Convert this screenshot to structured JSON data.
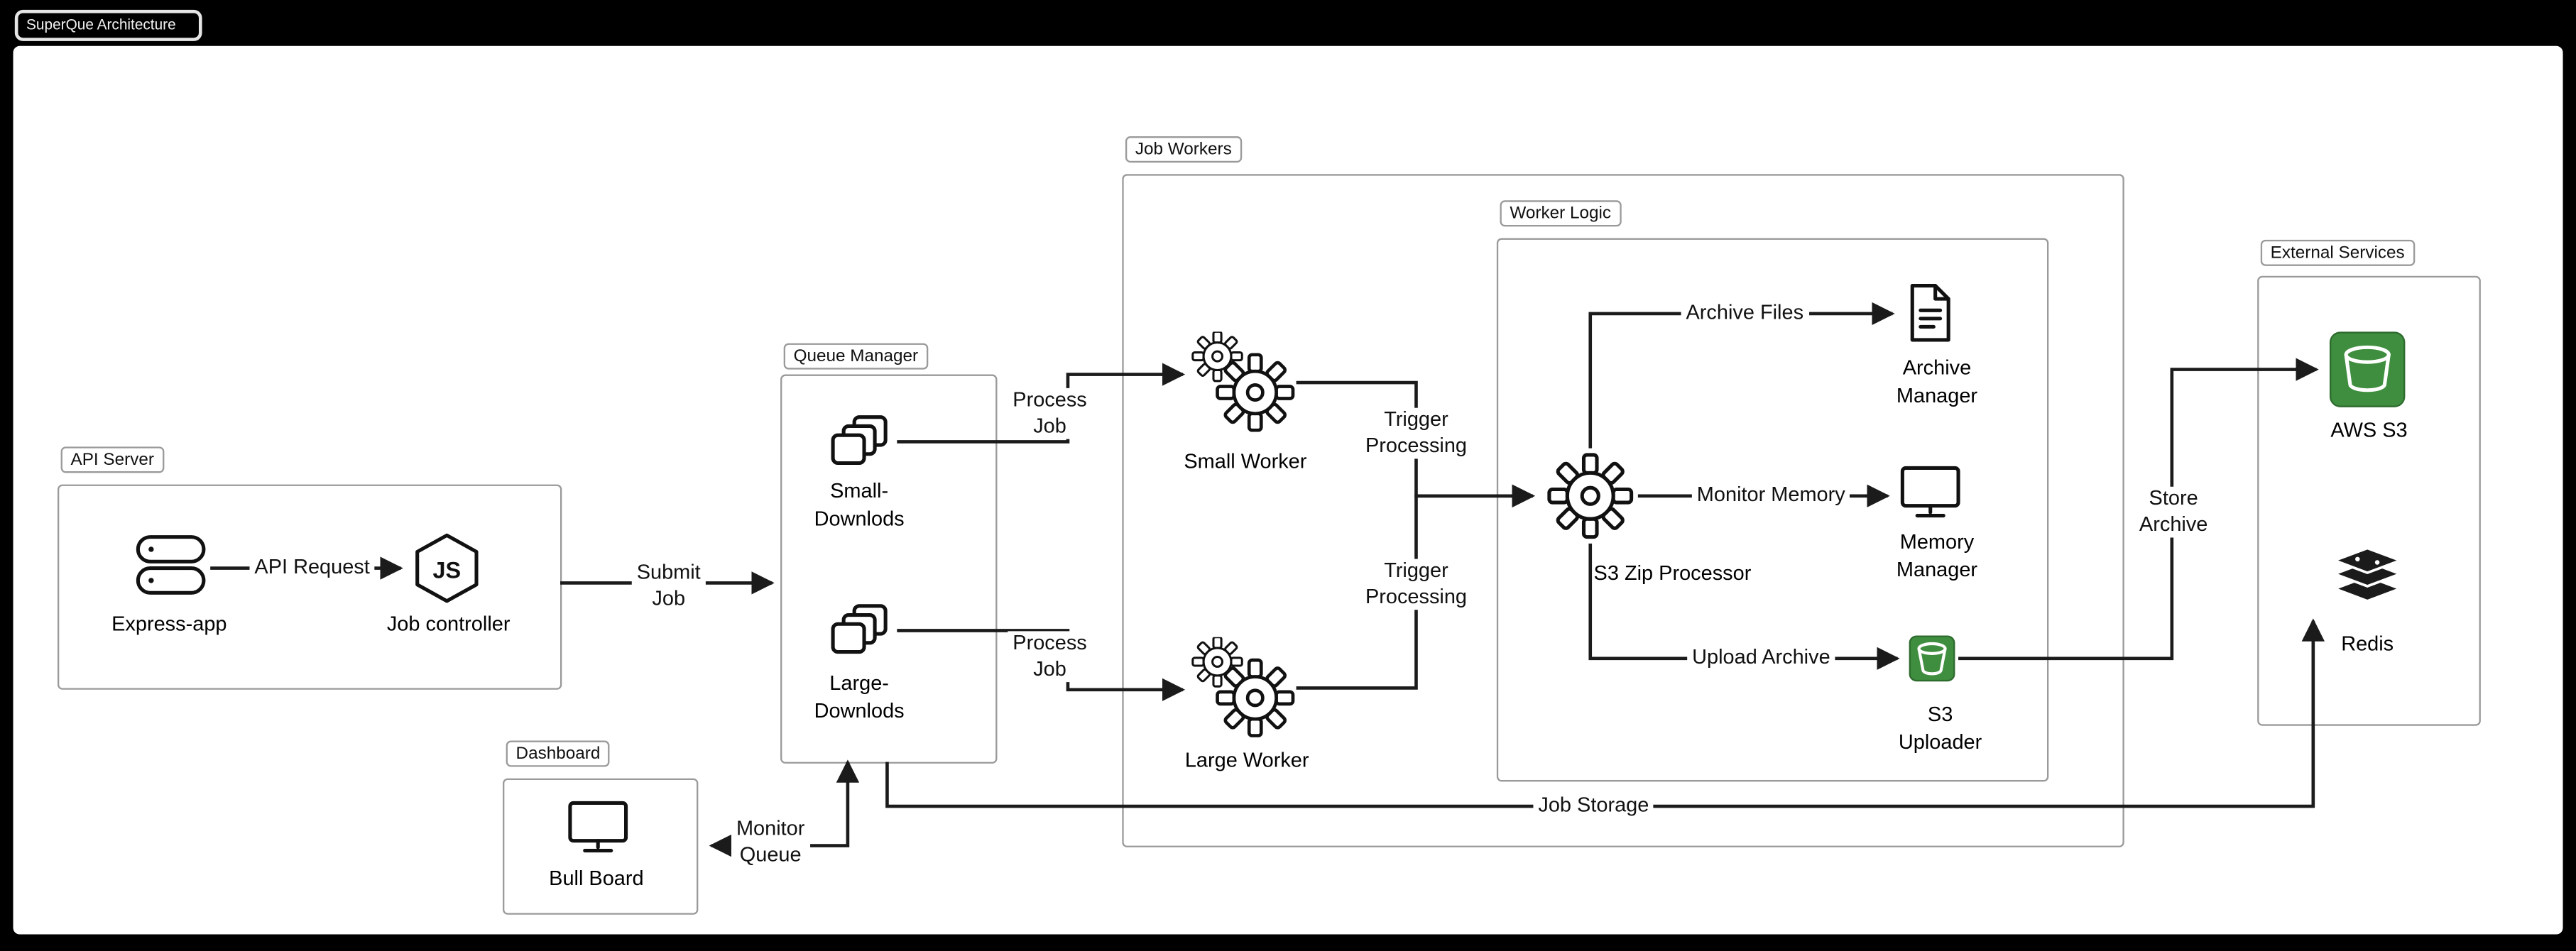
{
  "title": "SuperQue Architecture",
  "colors": {
    "page_bg": "#000000",
    "canvas_bg": "#ffffff",
    "stroke": "#1b1b1b",
    "s3_green": "#3F8E3F",
    "redis_dark": "#1b1b1b"
  },
  "groups": {
    "api_server": "API Server",
    "queue_manager": "Queue Manager",
    "job_workers": "Job Workers",
    "worker_logic": "Worker Logic",
    "external_services": "External Services",
    "dashboard": "Dashboard"
  },
  "nodes": {
    "express": "Express-app",
    "job_controller": "Job controller",
    "js_badge": "JS",
    "small_downloads": "Small-\nDownlods",
    "large_downloads": "Large-\nDownlods",
    "small_worker": "Small Worker",
    "large_worker": "Large Worker",
    "s3_zip_processor": "S3 Zip Processor",
    "archive_manager": "Archive\nManager",
    "memory_manager": "Memory\nManager",
    "s3_uploader": "S3\nUploader",
    "aws_s3": "AWS S3",
    "redis": "Redis",
    "bull_board": "Bull Board"
  },
  "edges": {
    "api_request": "API Request",
    "submit_job": "Submit\nJob",
    "process_job_small": "Process\nJob",
    "process_job_large": "Process\nJob",
    "trigger_processing_small": "Trigger\nProcessing",
    "trigger_processing_large": "Trigger\nProcessing",
    "archive_files": "Archive Files",
    "monitor_memory": "Monitor Memory",
    "upload_archive": "Upload Archive",
    "store_archive": "Store\nArchive",
    "job_storage": "Job Storage",
    "monitor_queue": "Monitor\nQueue"
  }
}
